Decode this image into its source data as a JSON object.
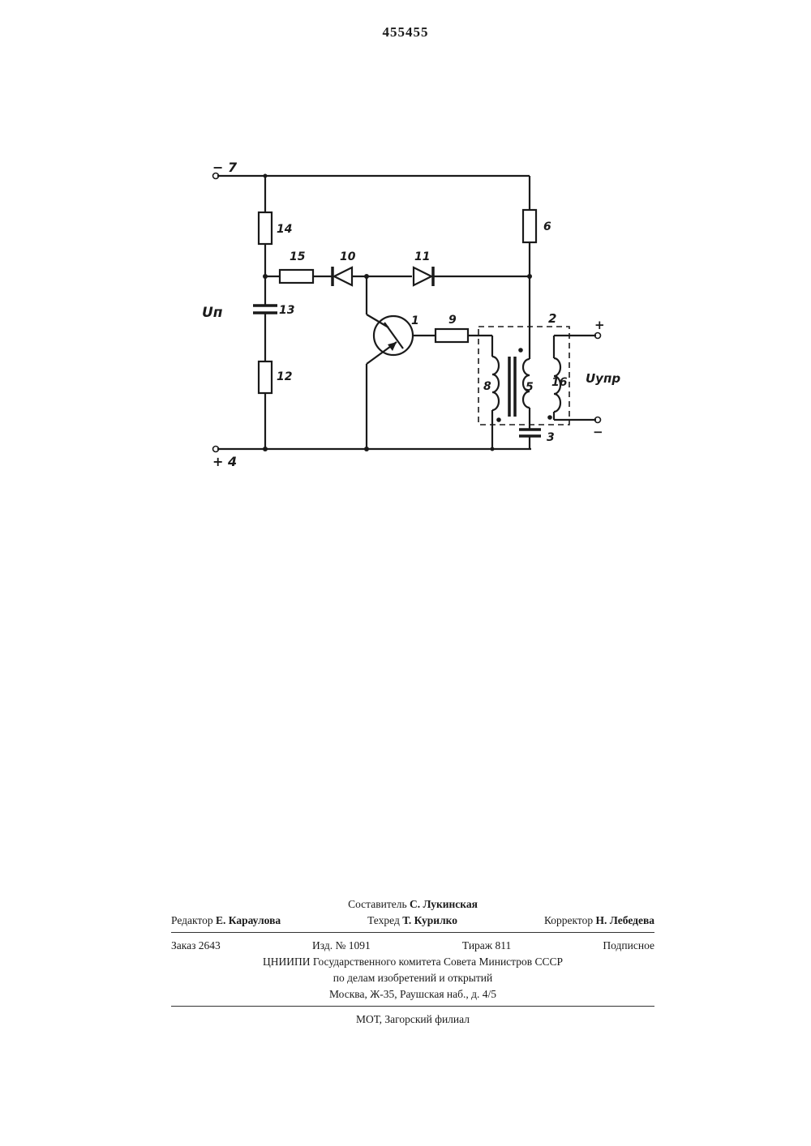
{
  "header": {
    "patent_number": "455455"
  },
  "schematic": {
    "terminals": {
      "minus_7": "− 7",
      "plus_4": "+ 4"
    },
    "labels": {
      "r14": "14",
      "r6": "6",
      "r15": "15",
      "d10": "10",
      "d11": "11",
      "u_p": "Uп",
      "c13": "13",
      "t1": "1",
      "r9": "9",
      "tr2": "2",
      "r12": "12",
      "w8": "8",
      "w5": "5",
      "w16": "16",
      "c3": "3",
      "u_upr": "Uупр",
      "plus": "+",
      "minus": "−"
    }
  },
  "colophon": {
    "compiler": {
      "label": "Составитель",
      "name": "С. Лукинская"
    },
    "editor": {
      "label": "Редактор",
      "name": "Е. Караулова"
    },
    "techred": {
      "label": "Техред",
      "name": "Т. Курилко"
    },
    "corrector": {
      "label": "Корректор",
      "name": "Н. Лебедева"
    },
    "order": "Заказ 2643",
    "edition": "Изд. № 1091",
    "circulation": "Тираж 811",
    "subscription": "Подписное",
    "org_line1": "ЦНИИПИ Государственного комитета Совета Министров СССР",
    "org_line2": "по делам изобретений и открытий",
    "address": "Москва, Ж-35, Раушская наб., д. 4/5",
    "printer": "МОТ, Загорский филиал"
  }
}
